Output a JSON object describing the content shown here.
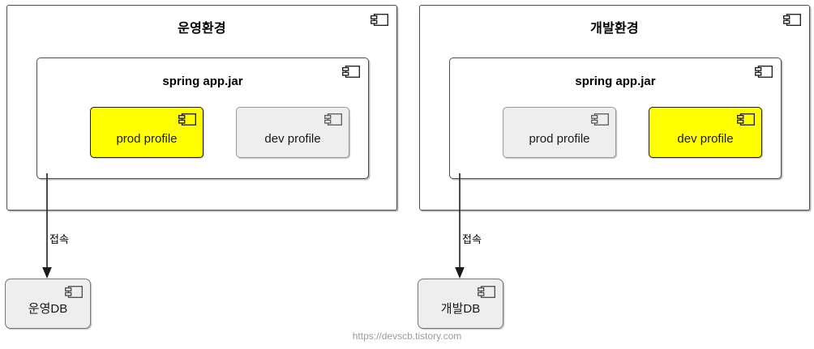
{
  "diagram": {
    "type": "uml-deployment-diagram",
    "watermark": "https://devscb.tistory.com",
    "colors": {
      "active_profile_fill": "#ffff00",
      "inactive_profile_fill": "#eeeeee",
      "node_border": "#4d4d4d",
      "db_fill": "#eeeeee",
      "watermark_text": "#9b9b9b",
      "canvas": "#ffffff"
    },
    "icons": {
      "component": "component-icon"
    },
    "environments": [
      {
        "id": "production",
        "title": "운영환경",
        "artifact": {
          "title": "spring app.jar",
          "profiles": [
            {
              "id": "prod-profile",
              "label": "prod profile",
              "state": "active",
              "fill": "#ffff00"
            },
            {
              "id": "dev-profile",
              "label": "dev profile",
              "state": "inactive",
              "fill": "#eeeeee"
            }
          ]
        },
        "connector": {
          "label": "접속",
          "direction": "down",
          "arrowhead": "filled"
        },
        "database": {
          "id": "prod-db",
          "label": "운영DB"
        }
      },
      {
        "id": "development",
        "title": "개발환경",
        "artifact": {
          "title": "spring app.jar",
          "profiles": [
            {
              "id": "prod-profile",
              "label": "prod profile",
              "state": "inactive",
              "fill": "#eeeeee"
            },
            {
              "id": "dev-profile",
              "label": "dev profile",
              "state": "active",
              "fill": "#ffff00"
            }
          ]
        },
        "connector": {
          "label": "접속",
          "direction": "down",
          "arrowhead": "filled"
        },
        "database": {
          "id": "dev-db",
          "label": "개발DB"
        }
      }
    ]
  }
}
